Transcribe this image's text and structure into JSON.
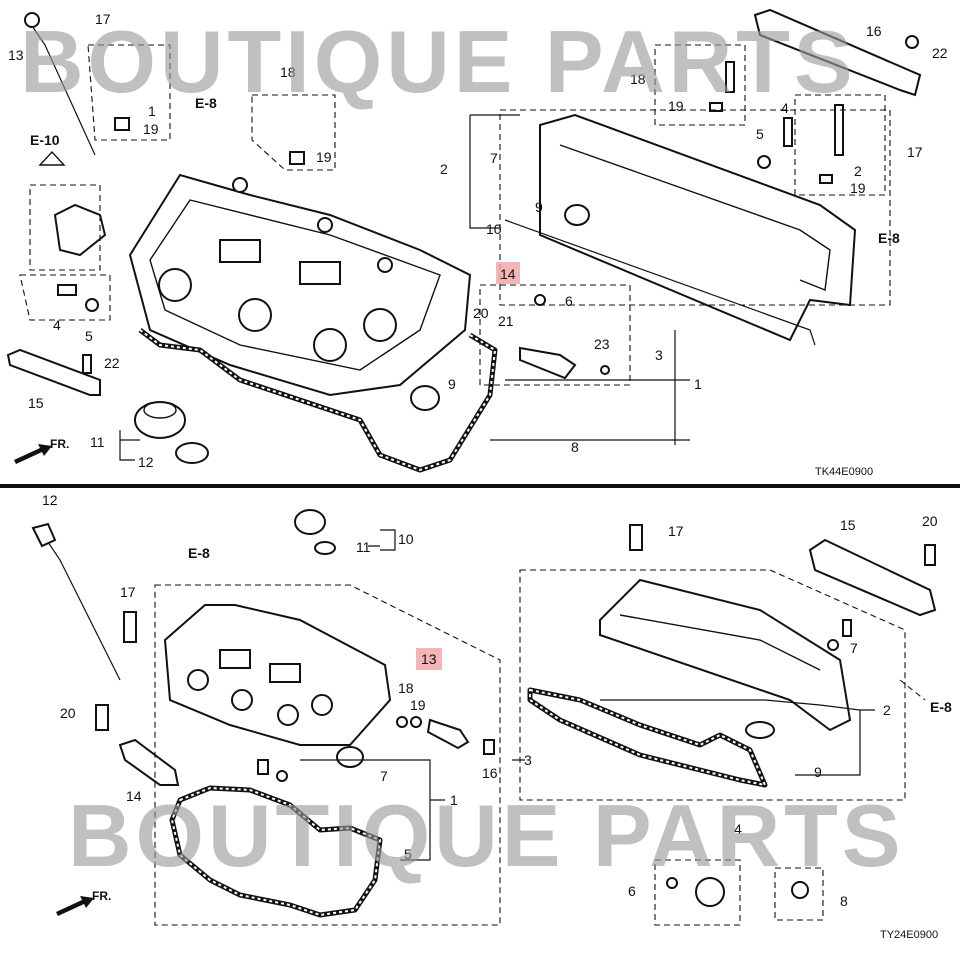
{
  "watermark": {
    "top": "BOUTIQUE PARTS",
    "bottom": "BOUTIQUE PARTS"
  },
  "top_diagram": {
    "code": "TK44E0900",
    "front_label": "FR.",
    "refs": [
      "E-8",
      "E-10",
      "E-8"
    ],
    "callouts": [
      "13",
      "17",
      "1",
      "19",
      "E-8",
      "E-10",
      "18",
      "19",
      "2",
      "7",
      "9",
      "10",
      "14",
      "20",
      "21",
      "6",
      "23",
      "3",
      "1",
      "8",
      "9",
      "11",
      "12",
      "15",
      "5",
      "4",
      "22",
      "16",
      "22",
      "18",
      "19",
      "4",
      "5",
      "17",
      "2",
      "19"
    ],
    "highlighted_part": "14"
  },
  "bottom_diagram": {
    "code": "TY24E0900",
    "front_label": "FR.",
    "refs": [
      "E-8",
      "E-8"
    ],
    "callouts": [
      "12",
      "10",
      "11",
      "17",
      "15",
      "20",
      "17",
      "20",
      "13",
      "18",
      "19",
      "16",
      "3",
      "7",
      "2",
      "14",
      "7",
      "1",
      "9",
      "5",
      "4",
      "6",
      "8"
    ],
    "highlighted_part": "13"
  }
}
